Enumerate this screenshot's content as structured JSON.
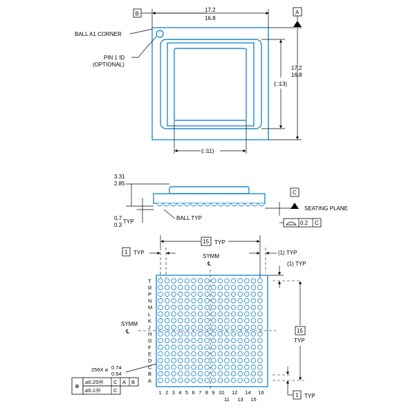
{
  "top_view": {
    "datum_b": "B",
    "datum_a": "A",
    "width_max": "17.2",
    "width_min": "16.8",
    "height_max": "17.2",
    "height_min": "16.8",
    "inner_dim": "(□13)",
    "lid_dim": "(□11)",
    "ball_a1_corner": "BALL A1 CORNER",
    "pin1_id": "PIN 1 ID",
    "pin1_optional": "(OPTIONAL)"
  },
  "side_view": {
    "height_max": "3.31",
    "height_min": "2.85",
    "standoff_max": "0.7",
    "standoff_min": "0.3",
    "standoff_typ": "TYP",
    "datum_c": "C",
    "seating_plane": "SEATING PLANE",
    "ball_typ": "BALL TYP",
    "flatness_value": "0.2",
    "flatness_datum": "C"
  },
  "bottom_view": {
    "pitch_1": "1",
    "typ": "TYP",
    "span_15": "15",
    "one_typ_paren": "(1) TYP",
    "symm": "SYMM",
    "centerline": "℄",
    "rows": [
      "T",
      "R",
      "P",
      "N",
      "M",
      "L",
      "K",
      "J",
      "H",
      "G",
      "F",
      "E",
      "D",
      "C",
      "B",
      "A"
    ],
    "cols_top": [
      "1",
      "2",
      "3",
      "4",
      "5",
      "6",
      "7",
      "8",
      "9",
      "10",
      "12",
      "14",
      "16"
    ],
    "cols_bottom": [
      "11",
      "13",
      "15"
    ],
    "ball_count_dia": "256X ⌀",
    "ball_dia_max": "0.74",
    "ball_dia_min": "0.54",
    "fcf1_tol": "⌀0.25Ⓜ",
    "fcf1_datums": [
      "C",
      "A",
      "B"
    ],
    "fcf2_tol": "⌀0.1Ⓜ",
    "fcf2_datum": "C",
    "position_symbol": "⊕"
  }
}
